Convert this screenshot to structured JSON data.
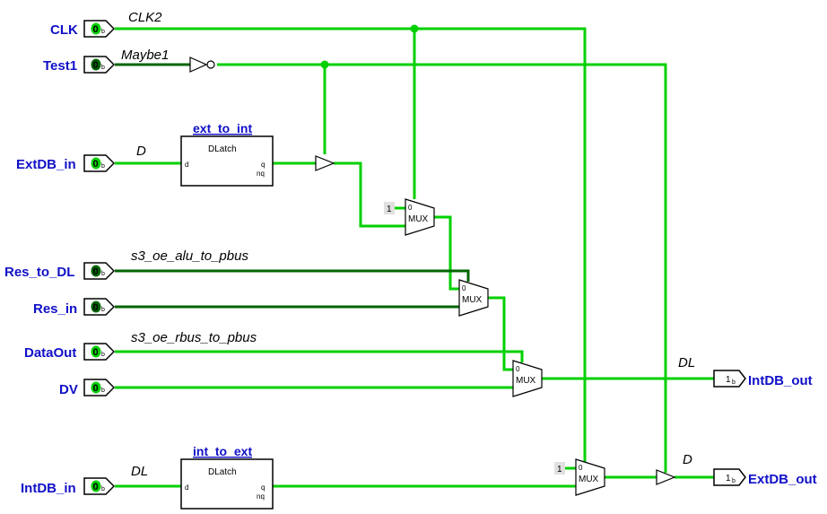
{
  "inputs": {
    "clk": {
      "label": "CLK",
      "value": "0",
      "sub": "b"
    },
    "test1": {
      "label": "Test1",
      "value": "0",
      "sub": "b"
    },
    "extdb_in": {
      "label": "ExtDB_in",
      "value": "0",
      "sub": "b"
    },
    "res_to_dl": {
      "label": "Res_to_DL",
      "value": "0",
      "sub": "b"
    },
    "res_in": {
      "label": "Res_in",
      "value": "0",
      "sub": "b"
    },
    "dataout": {
      "label": "DataOut",
      "value": "0",
      "sub": "b"
    },
    "dv": {
      "label": "DV",
      "value": "0",
      "sub": "b"
    },
    "intdb_in": {
      "label": "IntDB_in",
      "value": "0",
      "sub": "b"
    }
  },
  "outputs": {
    "intdb_out": {
      "label": "IntDB_out",
      "value": "1",
      "sub": "b"
    },
    "extdb_out": {
      "label": "ExtDB_out",
      "value": "1",
      "sub": "b"
    }
  },
  "wire_labels": {
    "clk2": "CLK2",
    "maybe1": "Maybe1",
    "d_top": "D",
    "s3_alu": "s3_oe_alu_to_pbus",
    "s3_rbus": "s3_oe_rbus_to_pbus",
    "dl_top": "DL",
    "dl_bottom": "DL",
    "d_bottom": "D"
  },
  "latches": {
    "ext_to_int": {
      "title": "ext_to_int",
      "name": "DLatch",
      "port_d": "d",
      "port_q": "q",
      "port_nq": "nq"
    },
    "int_to_ext": {
      "title": "int_to_ext",
      "name": "DLatch",
      "port_d": "d",
      "port_q": "q",
      "port_nq": "nq"
    }
  },
  "muxes": {
    "label": "MUX",
    "sel0": "0",
    "const1": "1"
  },
  "colors": {
    "wire_active": "#00d000",
    "wire_dark": "#006400",
    "pin_text": "#1010c8"
  }
}
